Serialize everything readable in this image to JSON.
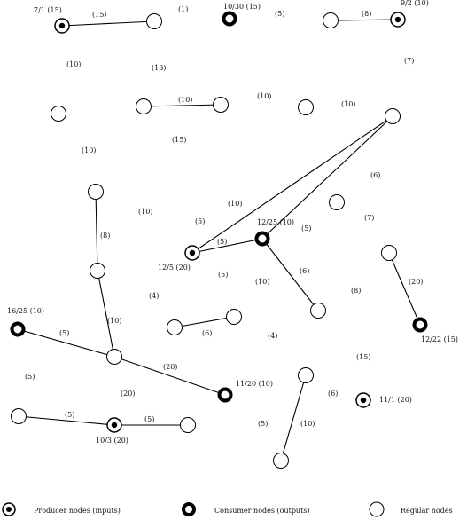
{
  "diagram": {
    "nodes": [
      {
        "id": "n1",
        "type": "producer",
        "label": "7/1 (15)"
      },
      {
        "id": "n2",
        "type": "regular"
      },
      {
        "id": "n3",
        "type": "consumer",
        "label": "10/30 (15)"
      },
      {
        "id": "n4",
        "type": "regular"
      },
      {
        "id": "n5",
        "type": "producer",
        "label": "9/2 (10)"
      },
      {
        "id": "n6",
        "type": "regular"
      },
      {
        "id": "n7",
        "type": "regular"
      },
      {
        "id": "n8",
        "type": "regular"
      },
      {
        "id": "n9",
        "type": "regular"
      },
      {
        "id": "n10",
        "type": "regular"
      },
      {
        "id": "n11",
        "type": "regular"
      },
      {
        "id": "n12",
        "type": "regular"
      },
      {
        "id": "n13",
        "type": "producer",
        "label": "12/5 (20)"
      },
      {
        "id": "n14",
        "type": "consumer",
        "label": "12/25 (10)"
      },
      {
        "id": "n15",
        "type": "regular"
      },
      {
        "id": "n16",
        "type": "regular"
      },
      {
        "id": "n17",
        "type": "regular"
      },
      {
        "id": "n18",
        "type": "consumer",
        "label": "12/22 (15)"
      },
      {
        "id": "n19",
        "type": "consumer",
        "label": "16/25 (10)"
      },
      {
        "id": "n20",
        "type": "regular"
      },
      {
        "id": "n21",
        "type": "regular"
      },
      {
        "id": "n22",
        "type": "regular"
      },
      {
        "id": "n23",
        "type": "consumer",
        "label": "11/20 (10)"
      },
      {
        "id": "n24",
        "type": "regular"
      },
      {
        "id": "n25",
        "type": "producer",
        "label": "11/1 (20)"
      },
      {
        "id": "n26",
        "type": "regular"
      },
      {
        "id": "n27",
        "type": "producer",
        "label": "10/3 (20)"
      },
      {
        "id": "n28",
        "type": "regular"
      },
      {
        "id": "n29",
        "type": "regular"
      }
    ],
    "edges": [
      {
        "from": "n1",
        "to": "n2",
        "label": "(15)"
      },
      {
        "from": "n4",
        "to": "n5",
        "label": "(8)"
      },
      {
        "from": "n7",
        "to": "n8",
        "label": "(10)"
      },
      {
        "from": "n11",
        "to": "n12",
        "label": "(8)"
      },
      {
        "from": "n12",
        "to": "n21",
        "label": "(10)"
      },
      {
        "from": "n10",
        "to": "n13",
        "label": "(5)"
      },
      {
        "from": "n10",
        "to": "n14",
        "label": "(10)"
      },
      {
        "from": "n13",
        "to": "n14",
        "label": "(5)"
      },
      {
        "from": "n14",
        "to": "n15",
        "label": "(6)"
      },
      {
        "from": "n17",
        "to": "n18",
        "label": "(20)"
      },
      {
        "from": "n19",
        "to": "n21",
        "label": "(5)"
      },
      {
        "from": "n21",
        "to": "n23",
        "label": "(20)"
      },
      {
        "from": "n20",
        "to": "n22",
        "label": "(6)"
      },
      {
        "from": "n24",
        "to": "n29",
        "label": "(10)"
      },
      {
        "from": "n26",
        "to": "n27",
        "label": "(5)"
      },
      {
        "from": "n27",
        "to": "n28",
        "label": "(5)"
      }
    ],
    "free_labels": [
      "(1)",
      "(5)",
      "(10)",
      "(13)",
      "(7)",
      "(10)",
      "(10)",
      "(15)",
      "(10)",
      "(6)",
      "(10)",
      "(7)",
      "(5)",
      "(5)",
      "(10)",
      "(4)",
      "(8)",
      "(4)",
      "(5)",
      "(20)",
      "(15)",
      "(6)",
      "(5)"
    ]
  },
  "legend": {
    "producer_label": "Producer nodes (inputs)",
    "consumer_label": "Consumer nodes (outputs)",
    "regular_label": "Regular nodes"
  }
}
